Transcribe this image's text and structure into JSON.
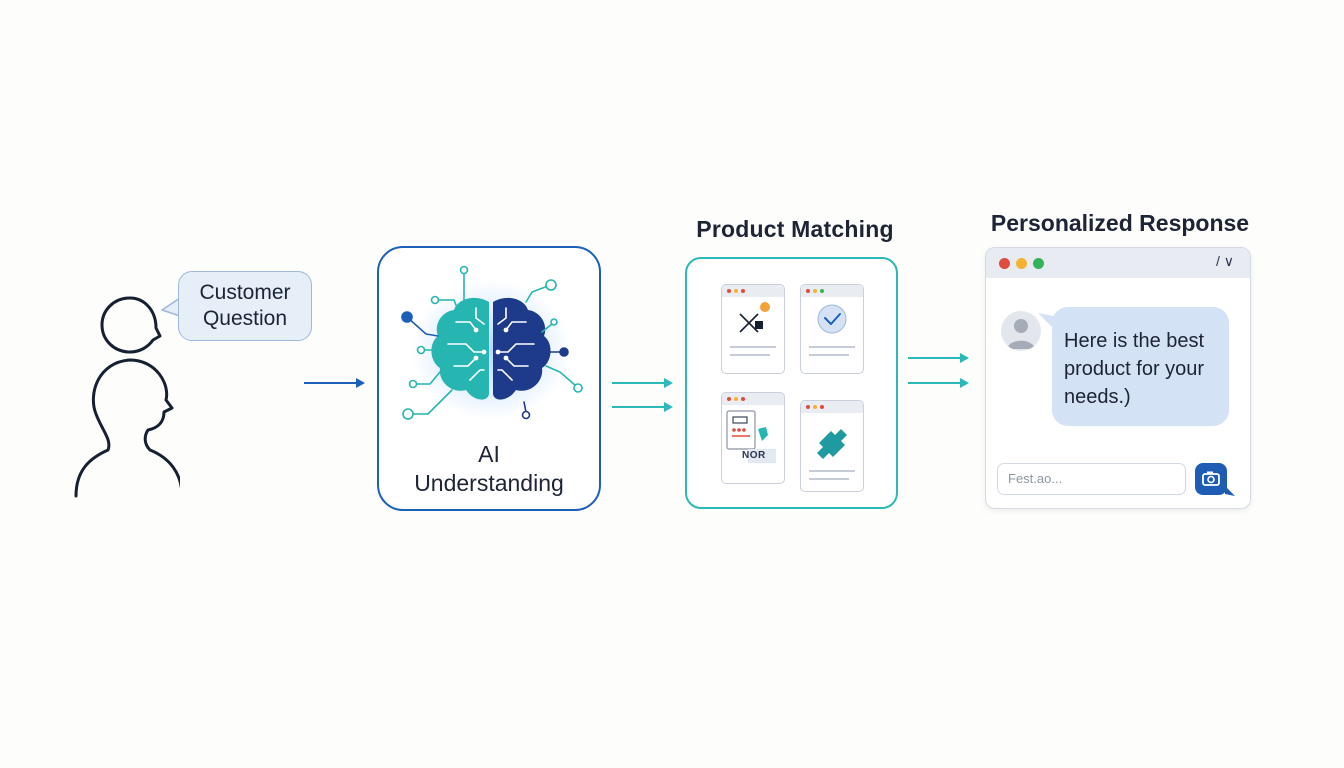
{
  "customer": {
    "bubble_line1": "Customer",
    "bubble_line2": "Question"
  },
  "ai": {
    "label_line1": "AI",
    "label_line2": "Understanding"
  },
  "product_matching": {
    "title": "Product Matching",
    "tag_text": "NOR"
  },
  "response": {
    "title": "Personalized Response",
    "message_line1": "Here is the best",
    "message_line2": "product for your",
    "message_line3": "needs.)",
    "input_placeholder": "Fest.ao...",
    "titlebar_controls": "/ ∨"
  },
  "icons": [
    "person-icon",
    "brain-icon",
    "check-icon",
    "camera-icon",
    "avatar-icon",
    "product-icon"
  ],
  "colors": {
    "blue": "#1b5fb8",
    "teal": "#2bb8b8",
    "navy": "#1e3a8a",
    "dot_red": "#e04b3f",
    "dot_yellow": "#f2b233",
    "dot_green": "#33b35a"
  }
}
